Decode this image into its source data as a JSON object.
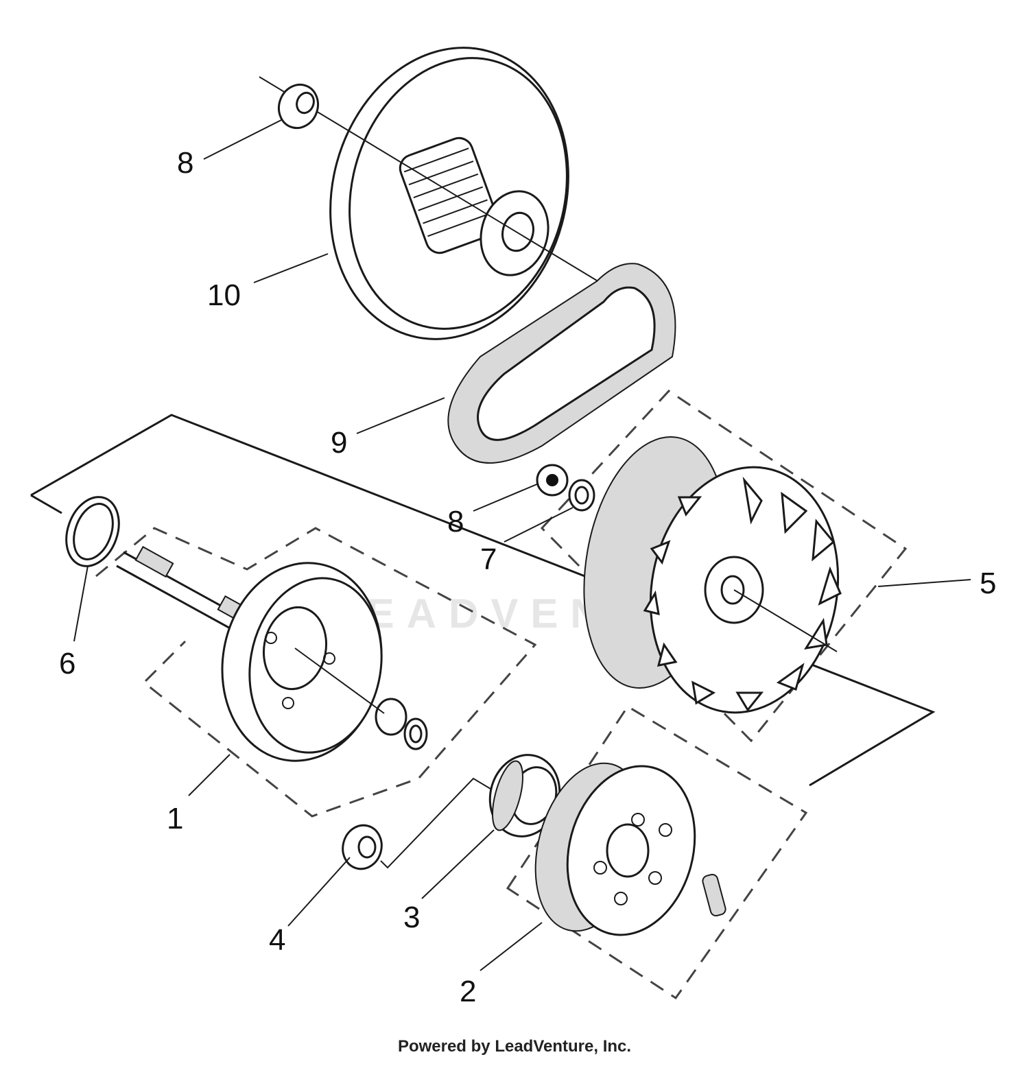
{
  "callouts": [
    {
      "id": "1",
      "label": "1"
    },
    {
      "id": "2",
      "label": "2"
    },
    {
      "id": "3",
      "label": "3"
    },
    {
      "id": "4",
      "label": "4"
    },
    {
      "id": "5",
      "label": "5"
    },
    {
      "id": "6",
      "label": "6"
    },
    {
      "id": "7",
      "label": "7"
    },
    {
      "id": "8a",
      "label": "8"
    },
    {
      "id": "8b",
      "label": "8"
    },
    {
      "id": "9",
      "label": "9"
    },
    {
      "id": "10",
      "label": "10"
    }
  ],
  "watermark": "LEADVENTURE",
  "credit": "Powered by LeadVenture, Inc."
}
